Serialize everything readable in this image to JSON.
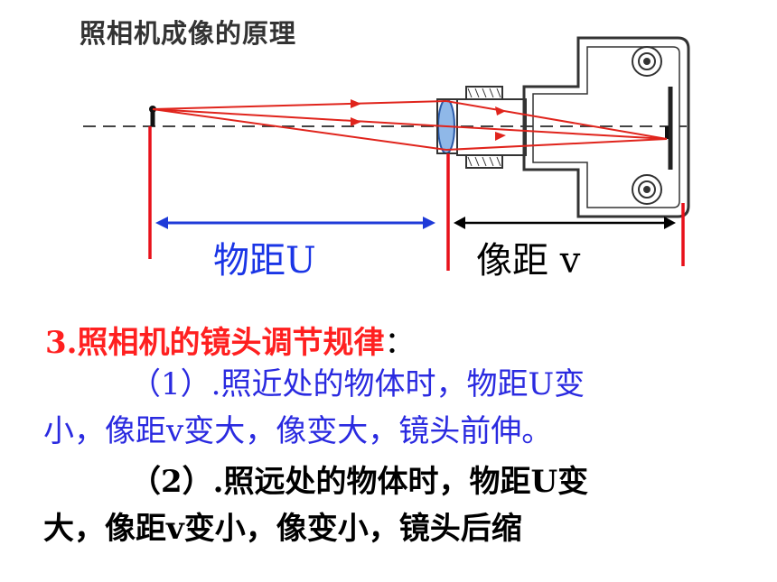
{
  "title": "照相机成像的原理",
  "labels": {
    "object_distance": "物距U",
    "image_distance": "像距 v"
  },
  "rules": {
    "heading": "3.照相机的镜头调节规律",
    "heading_colon": "：",
    "rule1_line1": "（1）.照近处的物体时，物距U变",
    "rule1_line2": "小，像距v变大，像变大，镜头前伸。",
    "rule2_line1": "（2）.照远处的物体时，物距U变",
    "rule2_line2": "大，像距v变小，像变小，镜头后缩"
  },
  "colors": {
    "ray": "#e0241c",
    "marker": "#e8101a",
    "object_arrow": "#1e3ad8",
    "image_arrow": "#000000",
    "lens": "#4a8ad0",
    "camera_outline": "#333333"
  }
}
